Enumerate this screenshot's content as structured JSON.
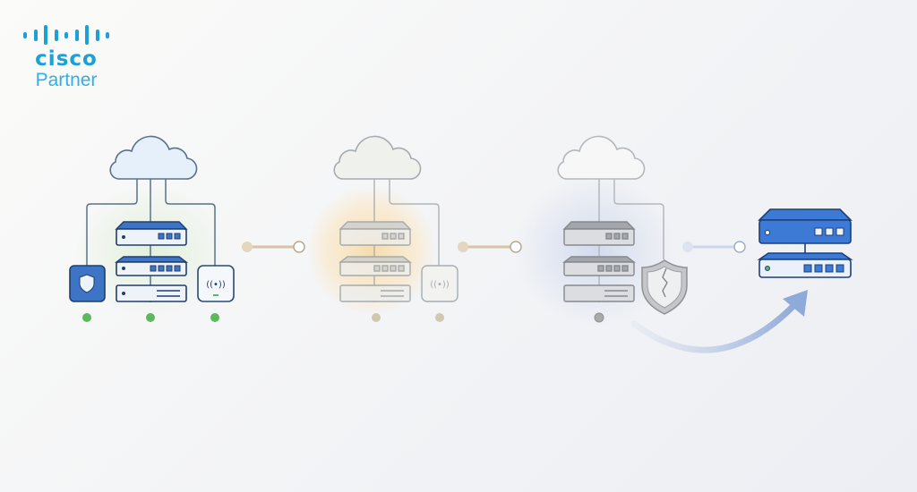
{
  "logo": {
    "brand": "cisco",
    "subtitle": "Partner",
    "color": "#1ba0d7"
  },
  "stages": [
    {
      "name": "healthy-network",
      "status_color": "#5cb85c"
    },
    {
      "name": "aging-network",
      "status_color": "#c9b89c"
    },
    {
      "name": "compromised-network",
      "status_color": "#a9a9a9"
    },
    {
      "name": "upgraded-network",
      "status_color": "#2f6fd0"
    }
  ]
}
